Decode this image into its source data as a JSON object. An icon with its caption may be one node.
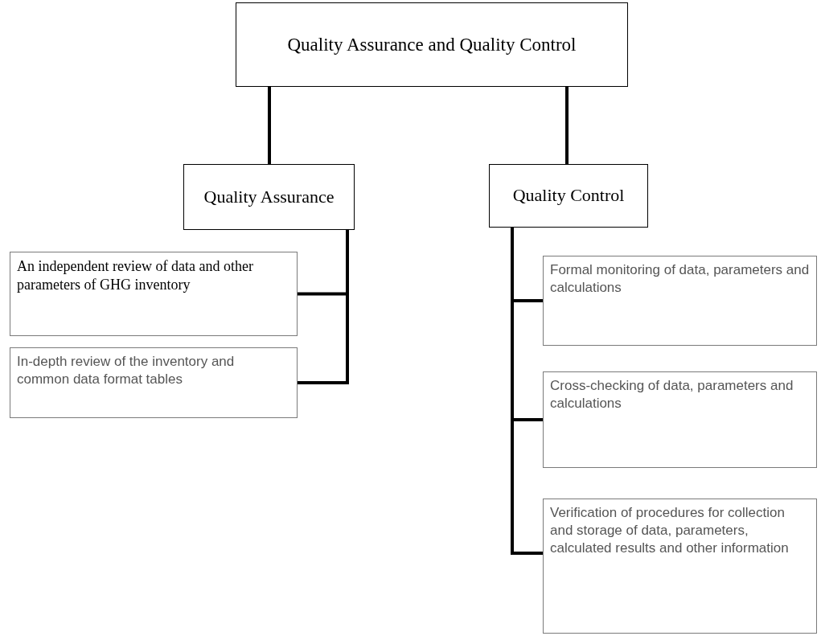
{
  "diagram": {
    "nodes": [
      {
        "text": [
          "Quality Assurance and Quality Control"
        ]
      },
      {
        "text": [
          "Quality Assurance"
        ]
      },
      {
        "text": [
          "Quality Control"
        ]
      },
      {
        "text": [
          "An independent review of data and other parameters of GHG inventory"
        ]
      },
      {
        "text": [
          "In-depth review of the inventory and common data format tables"
        ]
      },
      {
        "text": [
          "Formal monitoring of data, parameters and calculations"
        ]
      },
      {
        "text": [
          "Cross-checking of data, parameters and calculations"
        ]
      },
      {
        "text": [
          "Verification of procedures for collection and storage of data, parameters, calculated results and other information"
        ]
      }
    ],
    "edges": [
      {
        "from": 0,
        "to": 1,
        "arrow": "none"
      },
      {
        "from": 0,
        "to": 2,
        "arrow": "none"
      },
      {
        "from": 1,
        "to": 3,
        "arrow": "none"
      },
      {
        "from": 1,
        "to": 4,
        "arrow": "none"
      },
      {
        "from": 2,
        "to": 5,
        "arrow": "none"
      },
      {
        "from": 2,
        "to": 6,
        "arrow": "none"
      },
      {
        "from": 2,
        "to": 7,
        "arrow": "none"
      }
    ]
  }
}
